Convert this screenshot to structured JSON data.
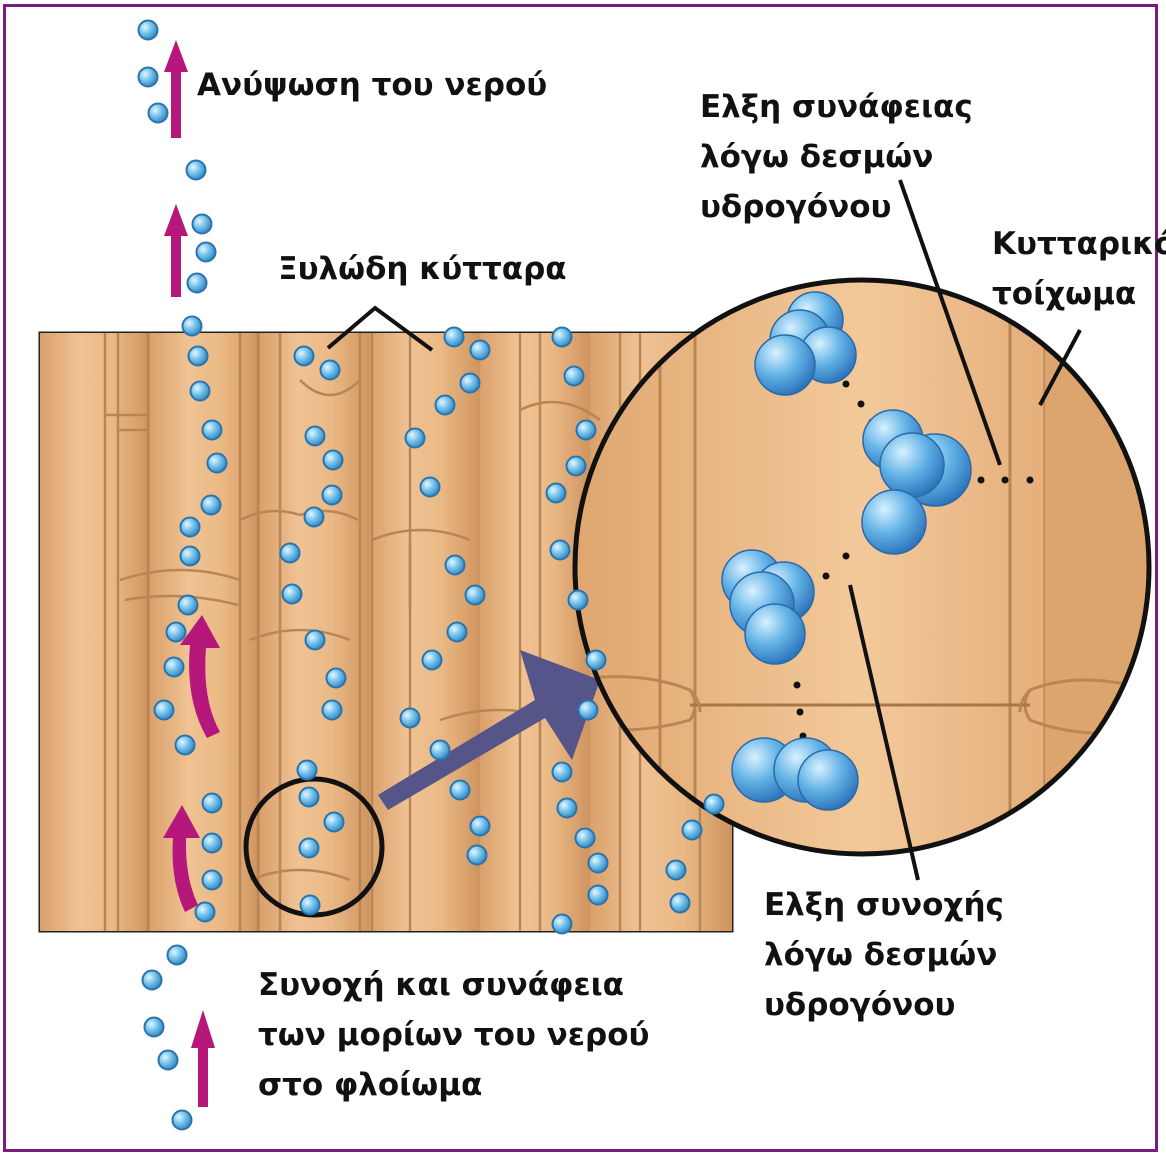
{
  "labels": {
    "water_rise": "Ανύψωση του νερού",
    "xylem_cells": "Ξυλώδη κύτταρα",
    "adhesion": [
      "Ελξη συνάφειας",
      "λόγω δεσμών",
      "υδρογόνου"
    ],
    "cell_wall": [
      "Κυτταρικό",
      "τοίχωμα"
    ],
    "cohesion": [
      "Ελξη συνοχής",
      "λόγω δεσμών",
      "υδρογόνου"
    ],
    "bark": [
      "Συνοχή και συνάφεια",
      "των μορίων του νερού",
      "στο φλοίωμα"
    ]
  },
  "colors": {
    "frame": "#7b1b80",
    "arrow": "#b5177a",
    "tissue": "#e8b583",
    "tissue_dark": "#c98d55",
    "water_molecule": "#5fb4e3",
    "zoom_arrow": "#55558a"
  }
}
